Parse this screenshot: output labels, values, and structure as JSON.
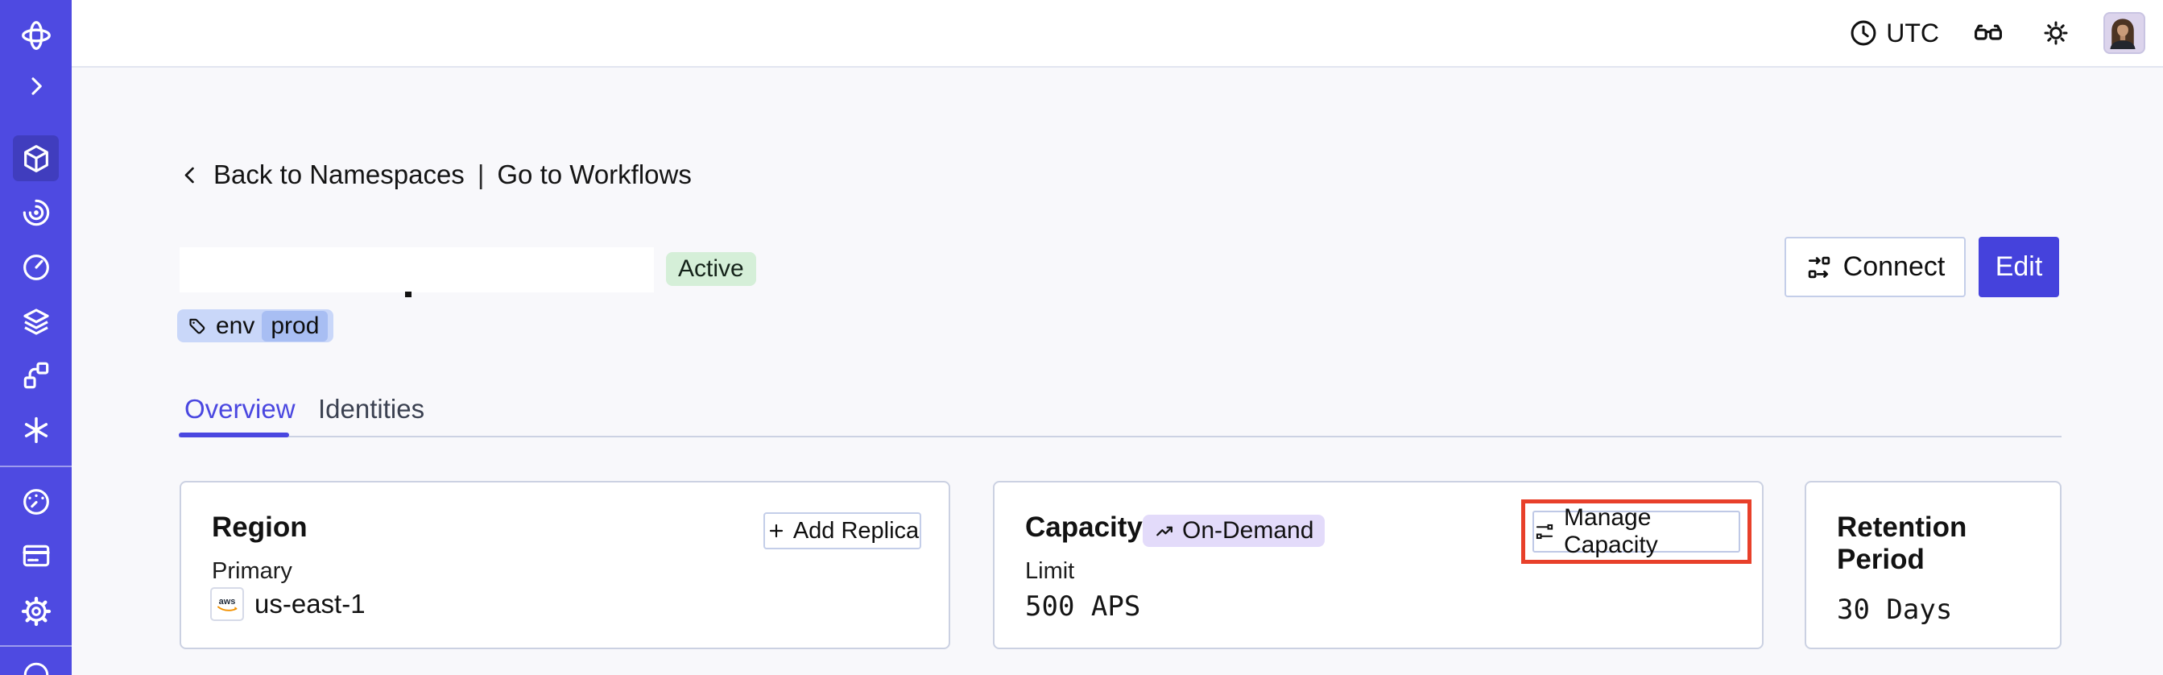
{
  "colors": {
    "sidebar": "#4E4AE1",
    "sidebar_active": "#403DBE",
    "accent": "#4A47E0",
    "edit_button": "#4542DC",
    "page_bg": "#F8F8FB",
    "card_border": "#CBD1E2",
    "active_badge_bg": "#D5EFD8",
    "ondemand_badge_bg": "#E3DBFA",
    "tag_bg": "#C9D7F9",
    "tag_value_bg": "#A8BEF3",
    "annotation": "#E8402A",
    "aws_orange": "#F29100"
  },
  "sidebar": {
    "active_item": "namespaces",
    "items": [
      "temporal-logo",
      "expand-chevron",
      "namespaces",
      "workflows",
      "schedules",
      "batch-operations",
      "deployments",
      "nexus",
      "usage",
      "billing",
      "settings",
      "support"
    ]
  },
  "topbar": {
    "timezone_label": "UTC",
    "icons": [
      "clock-icon",
      "glasses-icon",
      "light-mode-icon"
    ],
    "avatar": "user-avatar"
  },
  "breadcrumb": {
    "back_label": "Back to Namespaces",
    "separator": "|",
    "forward_label": "Go to Workflows"
  },
  "namespace": {
    "status_badge": "Active",
    "tag_key": "env",
    "tag_value": "prod"
  },
  "header_actions": {
    "connect_label": "Connect",
    "edit_label": "Edit"
  },
  "tabs": [
    {
      "label": "Overview",
      "active": true
    },
    {
      "label": "Identities",
      "active": false
    }
  ],
  "cards": {
    "region": {
      "title": "Region",
      "action_label": "Add Replica",
      "field_label": "Primary",
      "provider": "aws",
      "value": "us-east-1"
    },
    "capacity": {
      "title": "Capacity",
      "badge": "On-Demand",
      "action_label": "Manage Capacity",
      "field_label": "Limit",
      "value": "500 APS",
      "highlighted": true
    },
    "retention": {
      "title": "Retention Period",
      "value": "30 Days"
    }
  }
}
